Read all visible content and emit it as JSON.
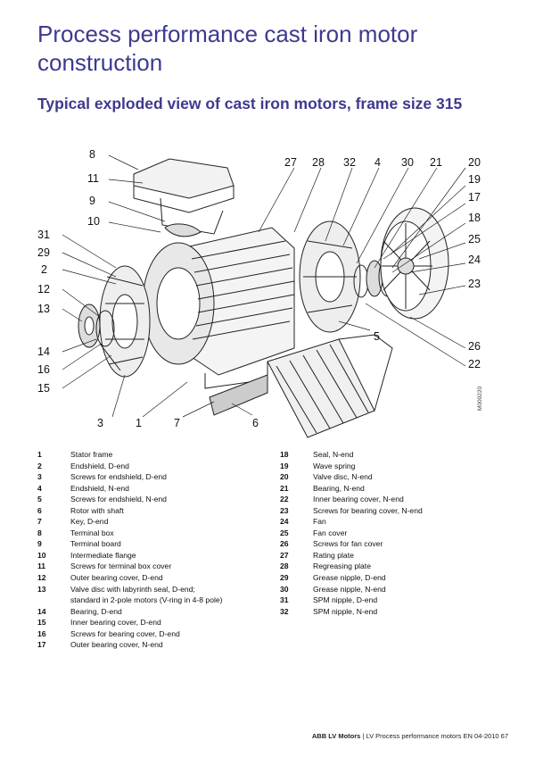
{
  "title": "Process performance cast iron motor construction",
  "subtitle": "Typical exploded view of cast iron motors, frame size 315",
  "figure": {
    "id_text": "M000220",
    "callouts": [
      "8",
      "11",
      "9",
      "10",
      "31",
      "29",
      "2",
      "12",
      "13",
      "14",
      "16",
      "15",
      "3",
      "1",
      "7",
      "6",
      "27",
      "28",
      "32",
      "4",
      "30",
      "21",
      "20",
      "19",
      "17",
      "18",
      "25",
      "24",
      "23",
      "5",
      "26",
      "22"
    ]
  },
  "legend_left": [
    {
      "num": "1",
      "text": "Stator frame"
    },
    {
      "num": "2",
      "text": "Endshield, D-end"
    },
    {
      "num": "3",
      "text": "Screws for endshield, D-end"
    },
    {
      "num": "4",
      "text": "Endshield, N-end"
    },
    {
      "num": "5",
      "text": "Screws for endshield, N-end"
    },
    {
      "num": "6",
      "text": "Rotor with shaft"
    },
    {
      "num": "7",
      "text": "Key, D-end"
    },
    {
      "num": "8",
      "text": "Terminal box"
    },
    {
      "num": "9",
      "text": "Terminal board"
    },
    {
      "num": "10",
      "text": "Intermediate flange"
    },
    {
      "num": "11",
      "text": "Screws for terminal box cover"
    },
    {
      "num": "12",
      "text": "Outer bearing cover, D-end"
    },
    {
      "num": "13",
      "text": "Valve disc with labyrinth seal, D-end;"
    },
    {
      "num": "",
      "text": "standard in 2-pole motors (V-ring in 4-8 pole)"
    },
    {
      "num": "14",
      "text": "Bearing, D-end"
    },
    {
      "num": "15",
      "text": "Inner bearing cover, D-end"
    },
    {
      "num": "16",
      "text": "Screws for bearing cover, D-end"
    },
    {
      "num": "17",
      "text": "Outer bearing cover, N-end"
    }
  ],
  "legend_right": [
    {
      "num": "18",
      "text": "Seal, N-end"
    },
    {
      "num": "19",
      "text": "Wave spring"
    },
    {
      "num": "20",
      "text": "Valve disc, N-end"
    },
    {
      "num": "21",
      "text": "Bearing, N-end"
    },
    {
      "num": "22",
      "text": "Inner bearing cover, N-end"
    },
    {
      "num": "23",
      "text": "Screws for bearing cover, N-end"
    },
    {
      "num": "24",
      "text": "Fan"
    },
    {
      "num": "25",
      "text": "Fan cover"
    },
    {
      "num": "26",
      "text": "Screws for fan cover"
    },
    {
      "num": "27",
      "text": "Rating plate"
    },
    {
      "num": "28",
      "text": "Regreasing plate"
    },
    {
      "num": "29",
      "text": "Grease nipple, D-end"
    },
    {
      "num": "30",
      "text": "Grease nipple, N-end"
    },
    {
      "num": "31",
      "text": "SPM nipple, D-end"
    },
    {
      "num": "32",
      "text": "SPM nipple, N-end"
    }
  ],
  "footer": {
    "brand": "ABB LV Motors",
    "text": "| LV Process performance motors EN 04-2010",
    "page": "67"
  }
}
